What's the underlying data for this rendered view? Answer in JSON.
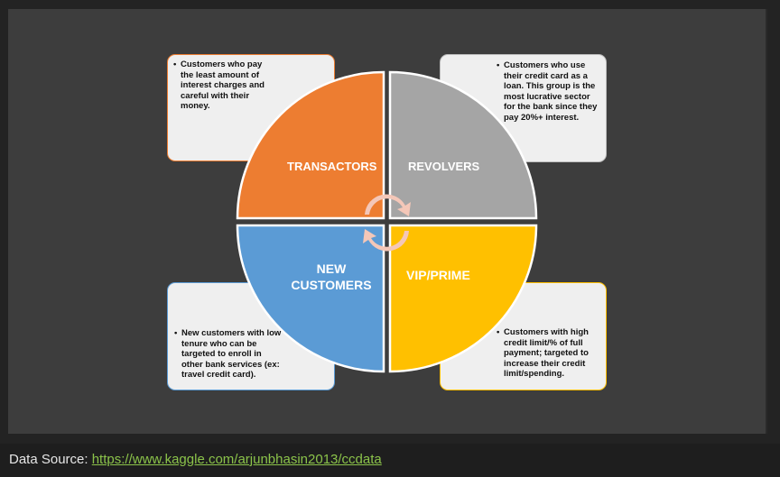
{
  "diagram": {
    "quadrants": [
      {
        "key": "transactors",
        "label": "TRANSACTORS",
        "color": "#ed7d31"
      },
      {
        "key": "revolvers",
        "label": "REVOLVERS",
        "color": "#a5a5a5"
      },
      {
        "key": "new_customers",
        "label_line1": "NEW",
        "label_line2": "CUSTOMERS",
        "color": "#5b9bd5"
      },
      {
        "key": "vip_prime",
        "label": "VIP/PRIME",
        "color": "#ffc000"
      }
    ],
    "notes": {
      "transactors": {
        "bullet": "•",
        "text": "Customers who pay the least amount of interest charges and careful with their money."
      },
      "revolvers": {
        "bullet": "•",
        "text": "Customers who use their credit card as a loan. This group is the most lucrative sector for the bank since they pay 20%+ interest."
      },
      "new_customers": {
        "bullet": "•",
        "text": "New customers with low tenure who can be targeted to enroll in other bank services (ex: travel credit card)."
      },
      "vip_prime": {
        "bullet": "•",
        "text": "Customers with high credit limit/% of full payment; targeted to increase their credit limit/spending."
      }
    },
    "center_icon": "cycle-arrows-icon",
    "arrow_color": "#f4c7b8"
  },
  "footer": {
    "label": "Data Source:",
    "link_text": "https://www.kaggle.com/arjunbhasin2013/ccdata"
  }
}
